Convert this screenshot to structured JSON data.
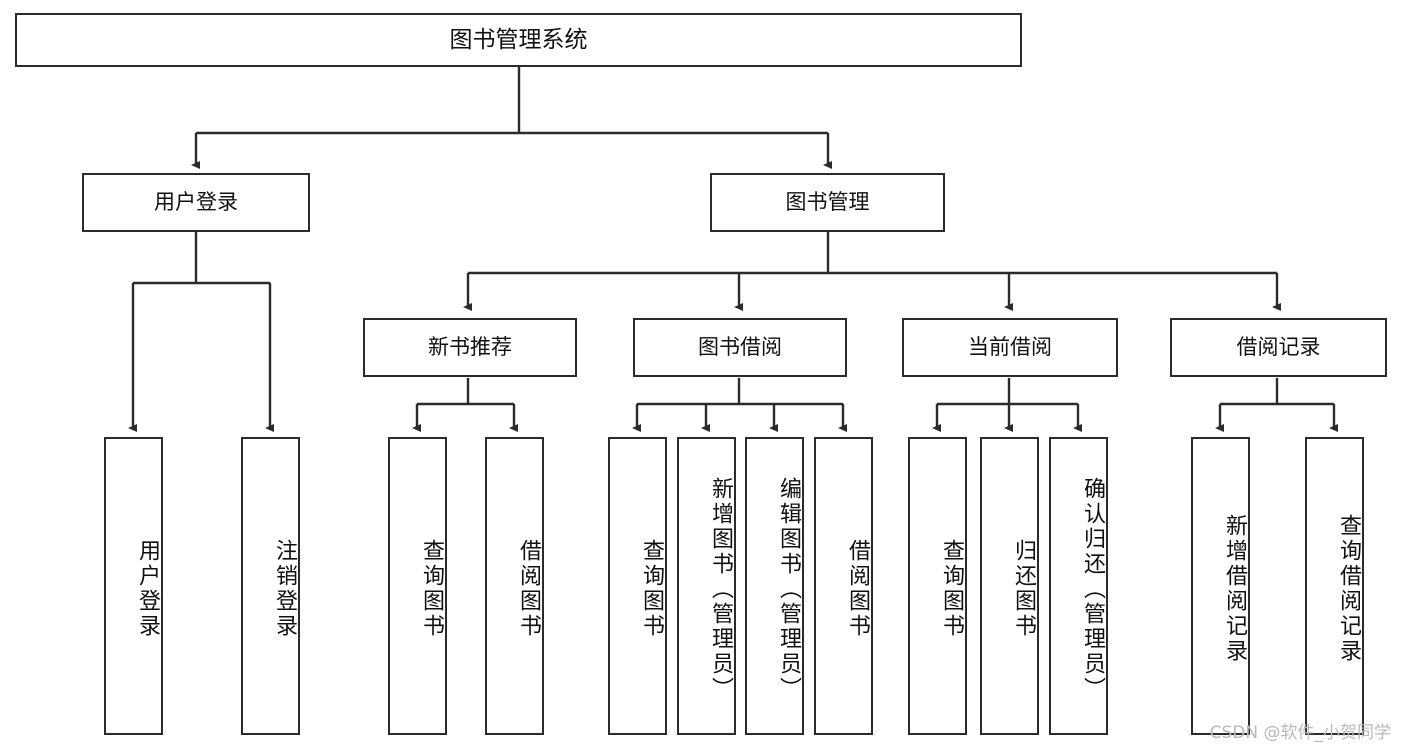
{
  "diagram": {
    "title": "图书管理系统",
    "watermark": "CSDN @软件_小贺同学",
    "colors": {
      "border": "#2b2b2b",
      "background": "#ffffff",
      "text": "#111111",
      "watermark": "#b9b9b9"
    },
    "root": {
      "label": "图书管理系统"
    },
    "level2": [
      {
        "label": "用户登录"
      },
      {
        "label": "图书管理"
      }
    ],
    "level3": [
      {
        "label": "新书推荐"
      },
      {
        "label": "图书借阅"
      },
      {
        "label": "当前借阅"
      },
      {
        "label": "借阅记录"
      }
    ],
    "leaves": {
      "user_login": [
        {
          "label": "用户登录"
        },
        {
          "label": "注销登录"
        }
      ],
      "new_book_recommend": [
        {
          "label": "查询图书"
        },
        {
          "label": "借阅图书"
        }
      ],
      "book_borrow": [
        {
          "label": "查询图书"
        },
        {
          "label": "新增图书（管理员）"
        },
        {
          "label": "编辑图书（管理员）"
        },
        {
          "label": "借阅图书"
        }
      ],
      "current_borrow": [
        {
          "label": "查询图书"
        },
        {
          "label": "归还图书"
        },
        {
          "label": "确认归还（管理员）"
        }
      ],
      "borrow_record": [
        {
          "label": "新增借阅记录"
        },
        {
          "label": "查询借阅记录"
        }
      ]
    }
  }
}
